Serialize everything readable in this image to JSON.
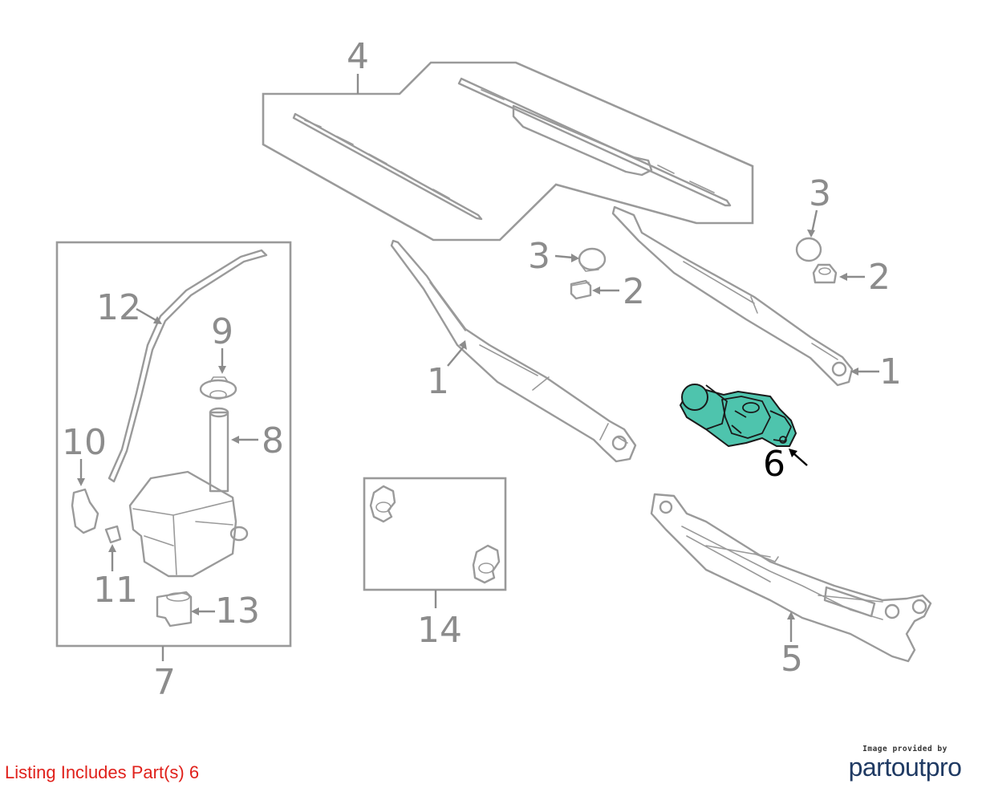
{
  "diagram": {
    "highlight_color": "#4ec4ad",
    "highlight_part": "6",
    "callouts": {
      "c1a": "1",
      "c1b": "1",
      "c2a": "2",
      "c2b": "2",
      "c3a": "3",
      "c3b": "3",
      "c4": "4",
      "c5": "5",
      "c6": "6",
      "c7": "7",
      "c8": "8",
      "c9": "9",
      "c10": "10",
      "c11": "11",
      "c12": "12",
      "c13": "13",
      "c14": "14"
    }
  },
  "listing": {
    "text": "Listing Includes Part(s) 6",
    "color": "#e0211b"
  },
  "credit": {
    "small": "Image provided by",
    "brand_part": "partout",
    "brand_pro": "pro",
    "brand_color": "#1f3a63",
    "accent_color": "#1aa6c4"
  }
}
